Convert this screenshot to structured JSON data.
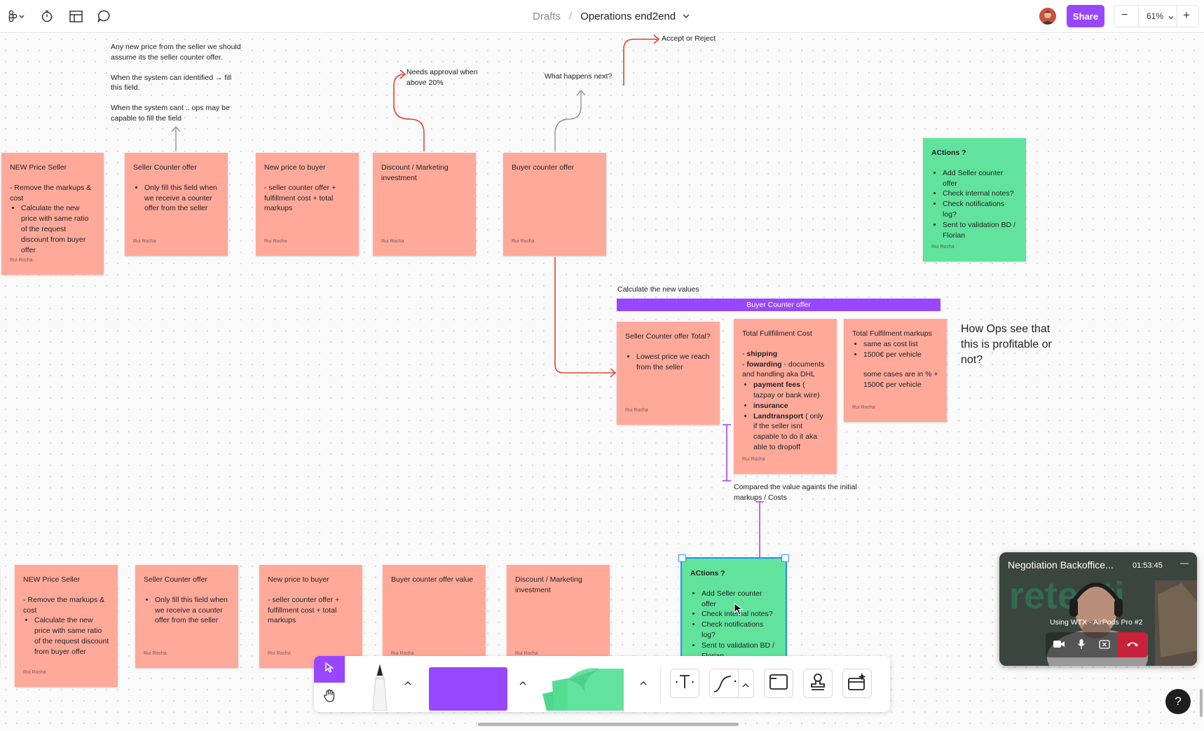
{
  "topbar": {
    "breadcrumb_parent": "Drafts",
    "separator": "/",
    "file_name": "Operations end2end",
    "share_label": "Share",
    "zoom_level": "61%",
    "zoom_out_label": "−",
    "zoom_in_label": "+",
    "icons": [
      "figma-menu-icon",
      "timer-icon",
      "layout-icon",
      "comment-icon"
    ]
  },
  "notes": {
    "seller_assumption": "Any new price from the seller we should assume  its the seller counter offer.\n\nWhen the system can identified → fill this field.\n\nWhen the system cant .. ops may be capable to fill the field",
    "needs_approval": "Needs approval when above 20%",
    "what_happens_next": "What happens next?",
    "accept_or_reject": "Accept or Reject",
    "calculate_new_values": "Calculate the new values",
    "compared_value": "Compared the value againts the initial markups / Costs",
    "how_ops_see": "How Ops see that this is profitable or not?"
  },
  "top_row": [
    {
      "title": "NEW Price Seller",
      "body": "- Remove the markups & cost",
      "bullets": [
        "Calculate the new price with same ratio of the request discount from buyer offer"
      ],
      "author": "Rui Rocha"
    },
    {
      "title": "Seller Counter offer",
      "body": "",
      "bullets": [
        "Only fill this field when we receive a counter offer from the seller"
      ],
      "author": "Rui Rocha"
    },
    {
      "title": "New price to buyer",
      "body": "- seller counter offer + fulfillment cost + total markups",
      "bullets": [],
      "author": "Rui Rocha"
    },
    {
      "title": "Discount / Marketing investment",
      "body": "",
      "bullets": [],
      "author": "Rui Rocha"
    },
    {
      "title": "Buyer counter offer",
      "body": "",
      "bullets": [],
      "author": "Rui Rocha"
    }
  ],
  "actions_top": {
    "title": "ACtions ?",
    "bullets": [
      "Add Seller counter offer",
      "Check internal notes?",
      "Check notifications log?",
      "Sent to validation BD / Florian"
    ],
    "author": "Rui Rocha"
  },
  "buyer_counter_banner": "Buyer Counter offer",
  "middle_row": {
    "seller_total": {
      "title": "Seller Counter offer Total?",
      "bullets": [
        "Lowest price we reach from the seller"
      ],
      "author": "Rui Rocha"
    },
    "fulfillment_cost": {
      "title": "Total Fullfillment Cost",
      "line1_prefix": "- ",
      "line1_bold": "shipping",
      "line2_prefix": "- ",
      "line2_bold": "fowarding",
      "line2_rest": " - documents and handling aka DHL",
      "bullets": [
        {
          "bold": "payment fees",
          "rest": " ( tazpay or bank wire)"
        },
        {
          "bold": "insurance",
          "rest": ""
        },
        {
          "bold": "Landtransport",
          "rest": " ( only if the seller isnt capable to do it aka able to dropoff"
        }
      ],
      "author": "Rui Rocha"
    },
    "fulfilment_markups": {
      "title": "Total Fulfilment markups",
      "bullets": [
        "same as cost list",
        "1500€ per vehicle"
      ],
      "body": "some cases are in % + 1500€ per vehicle",
      "author": "Rui Rocha"
    }
  },
  "bottom_row": [
    {
      "title": "NEW Price Seller",
      "body": "- Remove the markups & cost",
      "bullets": [
        "Calculate the new price with same ratio of the request discount from buyer offer"
      ],
      "author": "Rui Rocha"
    },
    {
      "title": "Seller Counter offer",
      "body": "",
      "bullets": [
        "Only fill this field when we receive a counter offer from the seller"
      ],
      "author": "Rui Rocha"
    },
    {
      "title": "New price to buyer",
      "body": "- seller counter offer + fulfillment cost + total markups",
      "bullets": [],
      "author": "Rui Rocha"
    },
    {
      "title": "Buyer counter offer value",
      "body": "",
      "bullets": [],
      "author": "Rui Rocha"
    },
    {
      "title": "Discount / Marketing investment",
      "body": "",
      "bullets": [],
      "author": "Rui Rocha"
    }
  ],
  "actions_bottom": {
    "title": "ACtions ?",
    "bullets": [
      "Add Seller counter offer",
      "Check internal notes?",
      "Check notifications log?",
      "Sent to validation BD / Florian"
    ]
  },
  "toolbar": {
    "tools": [
      "select-tool",
      "hand-tool",
      "marker-tool",
      "shape-tool",
      "sticky-tool",
      "text-tool",
      "connector-tool",
      "section-tool",
      "stamp-tool",
      "widgets-tool"
    ],
    "shape_color": "#9747ff",
    "sticky_color": "#61e39d"
  },
  "call": {
    "title": "Negotiation Backoffice...",
    "duration": "01:53:45",
    "device": "Using WTX - AirPods Pro #2",
    "minimize": "—"
  },
  "help_label": "?",
  "colors": {
    "accent": "#9747ff",
    "sticky_pink": "#ffa99a",
    "sticky_green": "#61e39d",
    "connector_red": "#e0452f"
  }
}
